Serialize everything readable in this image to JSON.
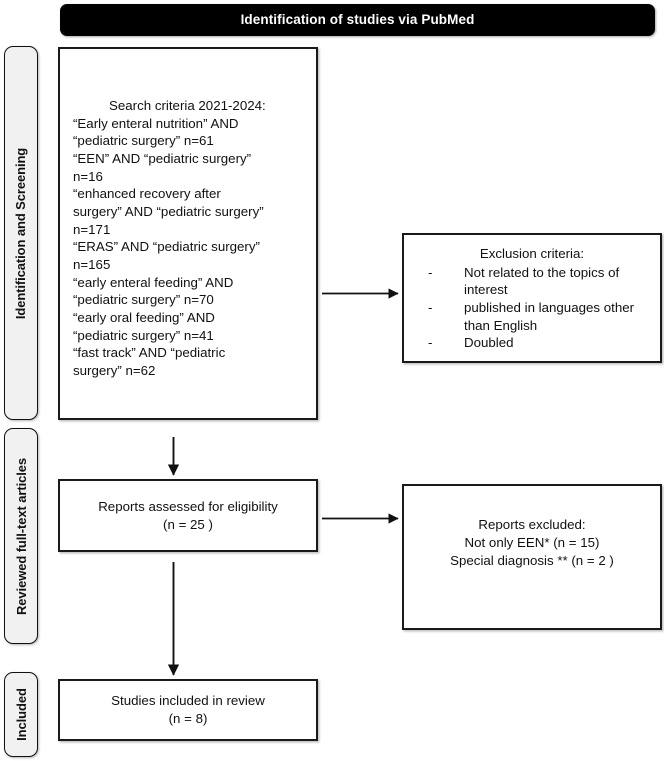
{
  "header": {
    "title": "Identification of studies via PubMed"
  },
  "stages": [
    {
      "id": "identification",
      "label": "Identification and Screening"
    },
    {
      "id": "reviewed",
      "label": "Reviewed full-text articles"
    },
    {
      "id": "included",
      "label": "Included"
    }
  ],
  "boxes": {
    "search": {
      "text": "Search criteria 2021-2024:\n“Early enteral nutrition” AND\n“pediatric surgery” n=61\n“EEN” AND “pediatric surgery”\nn=16\n“enhanced recovery after\nsurgery” AND “pediatric surgery”\nn=171\n“ERAS” AND “pediatric surgery”\nn=165\n“early enteral feeding” AND\n“pediatric surgery” n=70\n“early oral feeding” AND\n“pediatric surgery” n=41\n“fast track” AND “pediatric\nsurgery” n=62"
    },
    "exclusion": {
      "heading": "Exclusion criteria:",
      "bullet_marker": "-",
      "items": [
        "Not related to the topics of interest",
        " published in languages other than English",
        "Doubled"
      ]
    },
    "eligibility": {
      "text": "Reports assessed for eligibility\n(n = 25 )"
    },
    "excluded": {
      "text": "Reports excluded:\nNot only EEN* (n = 15)\nSpecial diagnosis ** (n = 2 )"
    },
    "included": {
      "text": "Studies included in review\n(n = 8)"
    }
  },
  "colors": {
    "banner_background": "#000000",
    "banner_text": "#ffffff",
    "box_border": "#1a1a1a",
    "stage_background": "#f1f1f1",
    "arrow": "#111111",
    "page_background": "#ffffff"
  }
}
